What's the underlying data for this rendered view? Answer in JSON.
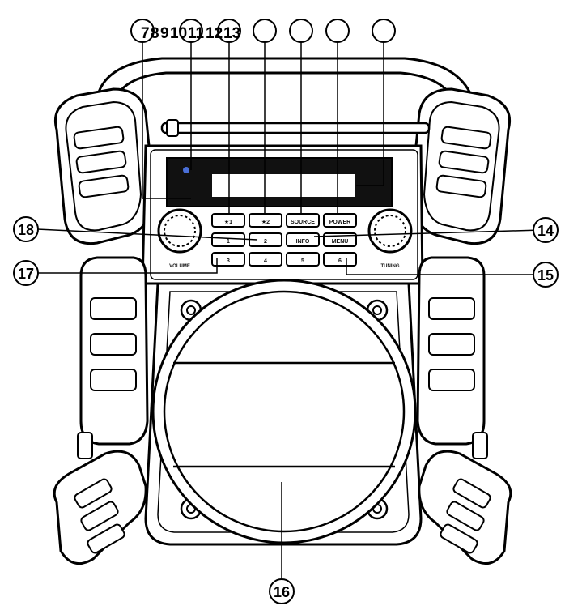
{
  "top_callouts": {
    "c7": "7",
    "c8": "8",
    "c9": "9",
    "c10": "10",
    "c11": "11",
    "c12": "12",
    "c13": "13"
  },
  "side_callouts": {
    "c14": "14",
    "c15": "15",
    "c16": "16",
    "c17": "17",
    "c18": "18"
  },
  "buttons": {
    "fav1": "★1",
    "fav2": "★2",
    "source": "SOURCE",
    "power": "POWER",
    "p1": "1",
    "p2": "2",
    "info": "INFO",
    "menu": "MENU",
    "p3": "3",
    "p4": "4",
    "p5": "5",
    "p6": "6"
  },
  "knob_labels": {
    "left": "VOLUME",
    "right": "TUNING"
  },
  "colors": {
    "ink": "#111111",
    "outline": "#000000",
    "grip": "#ffffff",
    "led": "#4a6fd8"
  }
}
